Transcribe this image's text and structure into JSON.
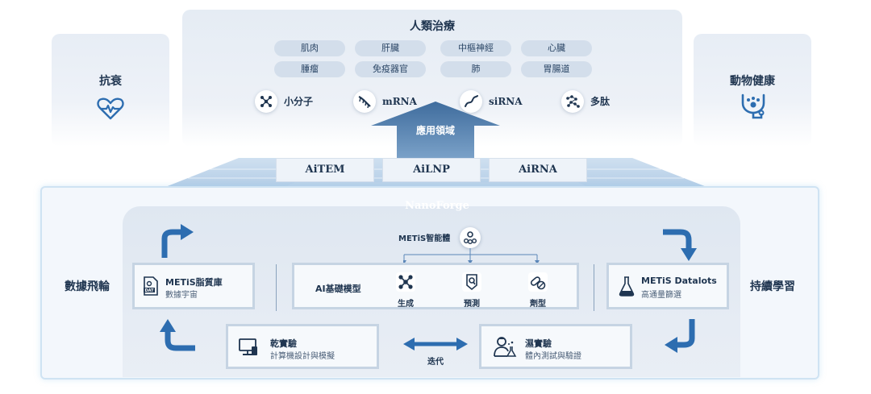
{
  "sides": {
    "left": {
      "title": "抗衰",
      "icon": "heart-pulse-icon"
    },
    "right": {
      "title": "動物健康",
      "icon": "pet-stethoscope-icon"
    }
  },
  "therapy": {
    "title": "人類治療",
    "targets": [
      "肌肉",
      "肝臟",
      "中樞神經",
      "心臟",
      "腫瘤",
      "免疫器官",
      "肺",
      "胃腸道"
    ],
    "modalities": [
      {
        "label": "小分子",
        "icon": "small-molecule-icon"
      },
      {
        "label": "mRNA",
        "icon": "mrna-icon"
      },
      {
        "label": "siRNA",
        "icon": "sirna-icon"
      },
      {
        "label": "多肽",
        "icon": "peptide-icon"
      }
    ]
  },
  "application": {
    "label": "應用領域"
  },
  "tech": [
    "AiTEM",
    "AiLNP",
    "AiRNA"
  ],
  "platform": {
    "name": "NanoForge"
  },
  "agent": {
    "label": "METiS智能體",
    "icon": "agent-network-icon"
  },
  "lipid_db": {
    "title": "METiS脂質庫",
    "subtitle": "數據宇宙",
    "icon": "dat-file-icon"
  },
  "ai_model": {
    "title": "AI基礎模型",
    "items": [
      {
        "label": "生成",
        "icon": "molecule-network-icon"
      },
      {
        "label": "預測",
        "icon": "prediction-badge-icon"
      },
      {
        "label": "劑型",
        "icon": "capsule-pills-icon"
      }
    ]
  },
  "datalots": {
    "title": "METiS Datalots",
    "subtitle": "高通量篩選",
    "icon": "flask-icon"
  },
  "dry_lab": {
    "title": "乾實驗",
    "subtitle": "計算機設計與模擬",
    "icon": "computer-icon"
  },
  "wet_lab": {
    "title": "濕實驗",
    "subtitle": "體內測試與驗證",
    "icon": "scientist-icon"
  },
  "iterate": {
    "label": "迭代"
  },
  "flywheel": {
    "left": "數據飛輪",
    "right": "持續學習"
  },
  "colors": {
    "navy": "#1f3550",
    "accent": "#2d6db0",
    "pill": "#d3deeb",
    "box_border": "#c6d4e3"
  }
}
